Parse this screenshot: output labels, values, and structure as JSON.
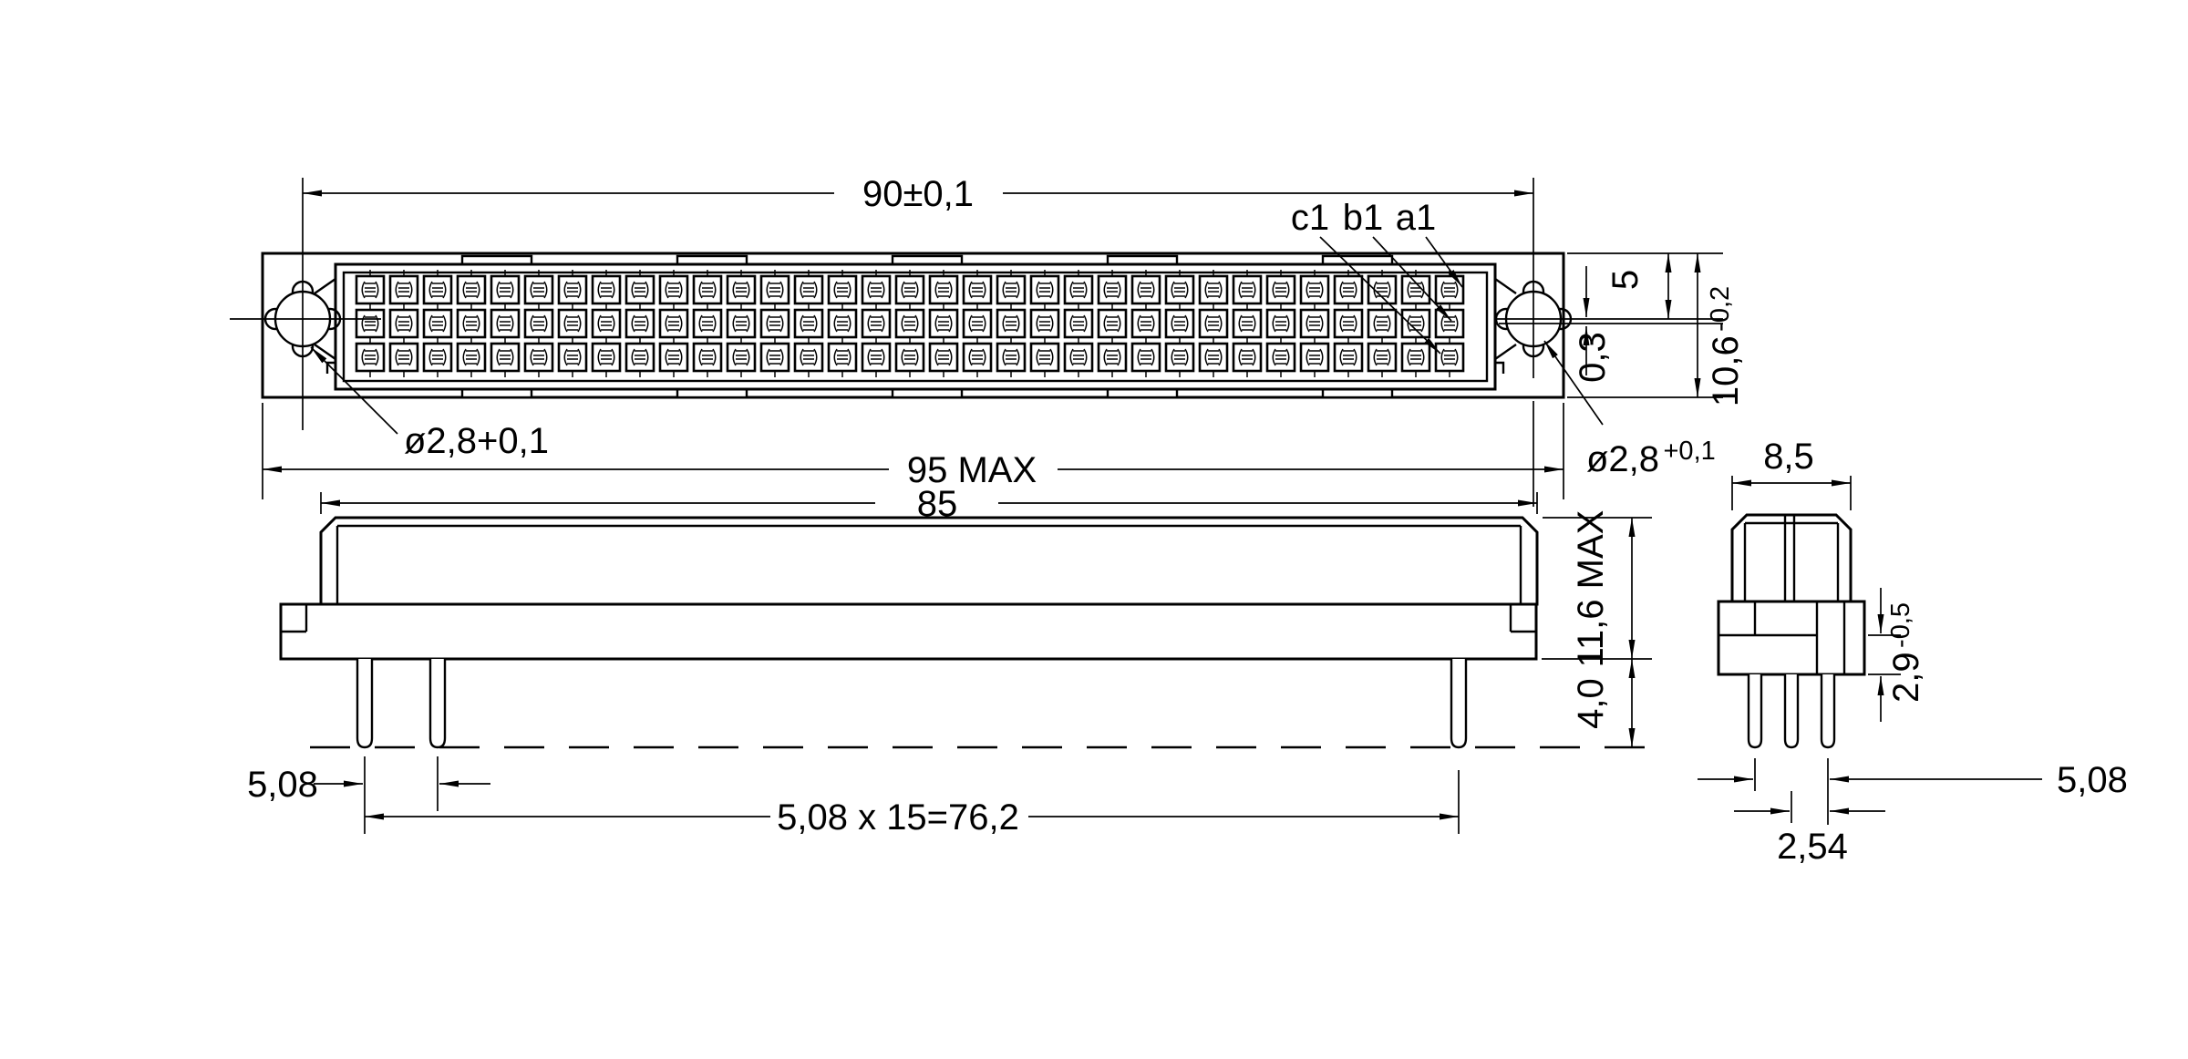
{
  "drawing": {
    "background_color": "#ffffff",
    "line_color": "#000000",
    "front_view": {
      "dim_hole_spacing": "90±0,1",
      "row_labels": [
        "c1",
        "b1",
        "a1"
      ],
      "dim_flange_top_to_hole": "5",
      "dim_centerline_offset": "0,3",
      "dim_flange_height": "10,6",
      "dim_flange_height_tol": "-0,2",
      "hole_label_left": "ø2,8+0,1",
      "hole_label_right_main": "ø2,8",
      "hole_label_right_tol": "+0,1",
      "dim_flange_length": "95 MAX",
      "contact_rows": 3,
      "contact_columns": 33,
      "tab_count": 5
    },
    "side_elevation": {
      "dim_body_length": "85",
      "dim_height_max": "11,6 MAX",
      "dim_pin_length": "4,0",
      "dim_pin_pitch": "5,08",
      "dim_pin_span": "5,08 x 15=76,2"
    },
    "end_view": {
      "dim_body_width": "8,5",
      "dim_shoulder_main": "2,9",
      "dim_shoulder_tol": "-0,5",
      "dim_outer_pin_span": "5,08",
      "dim_pin_pitch": "2,54"
    }
  }
}
